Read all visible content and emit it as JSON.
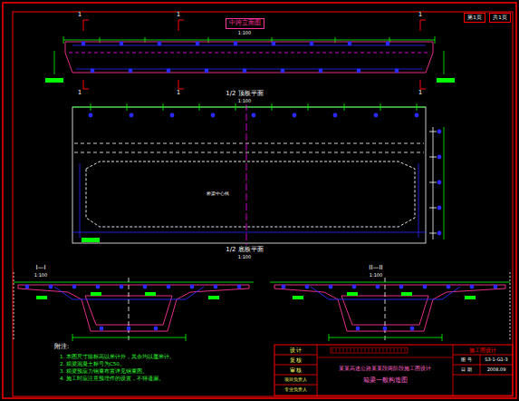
{
  "diagram": {
    "nodes": [
      {
        "text": [
          "中跨立面图"
        ]
      },
      {
        "text": [
          "第1页"
        ]
      },
      {
        "text": [
          "共1页"
        ]
      }
    ],
    "edges": [],
    "labels": [
      "1",
      "1",
      "1",
      "1",
      "1",
      "1",
      "1:100",
      "1/2 顶板平面",
      "1:100",
      "桥梁中心线",
      "1/2 底板平面",
      "1:100",
      "I—I",
      "1:100",
      "II—II",
      "1:100",
      "附注:",
      "1. 本图尺寸除标高以米计外，其余均以厘米计。",
      "2. 箱梁混凝土标号为C50。",
      "3. 箱梁预应力钢束布置详见钢束图。",
      "4. 施工时应注意预埋件的设置，不得遗漏。",
      "设 计",
      "复 核",
      "审 核",
      "项目负责人",
      "专业负责人",
      "某某高速公路某某段两阶段施工图设计",
      "箱梁一般构造图",
      "施工图设计",
      "图 号",
      "S3-1-G1-3",
      "日 期",
      "2008.09"
    ]
  }
}
